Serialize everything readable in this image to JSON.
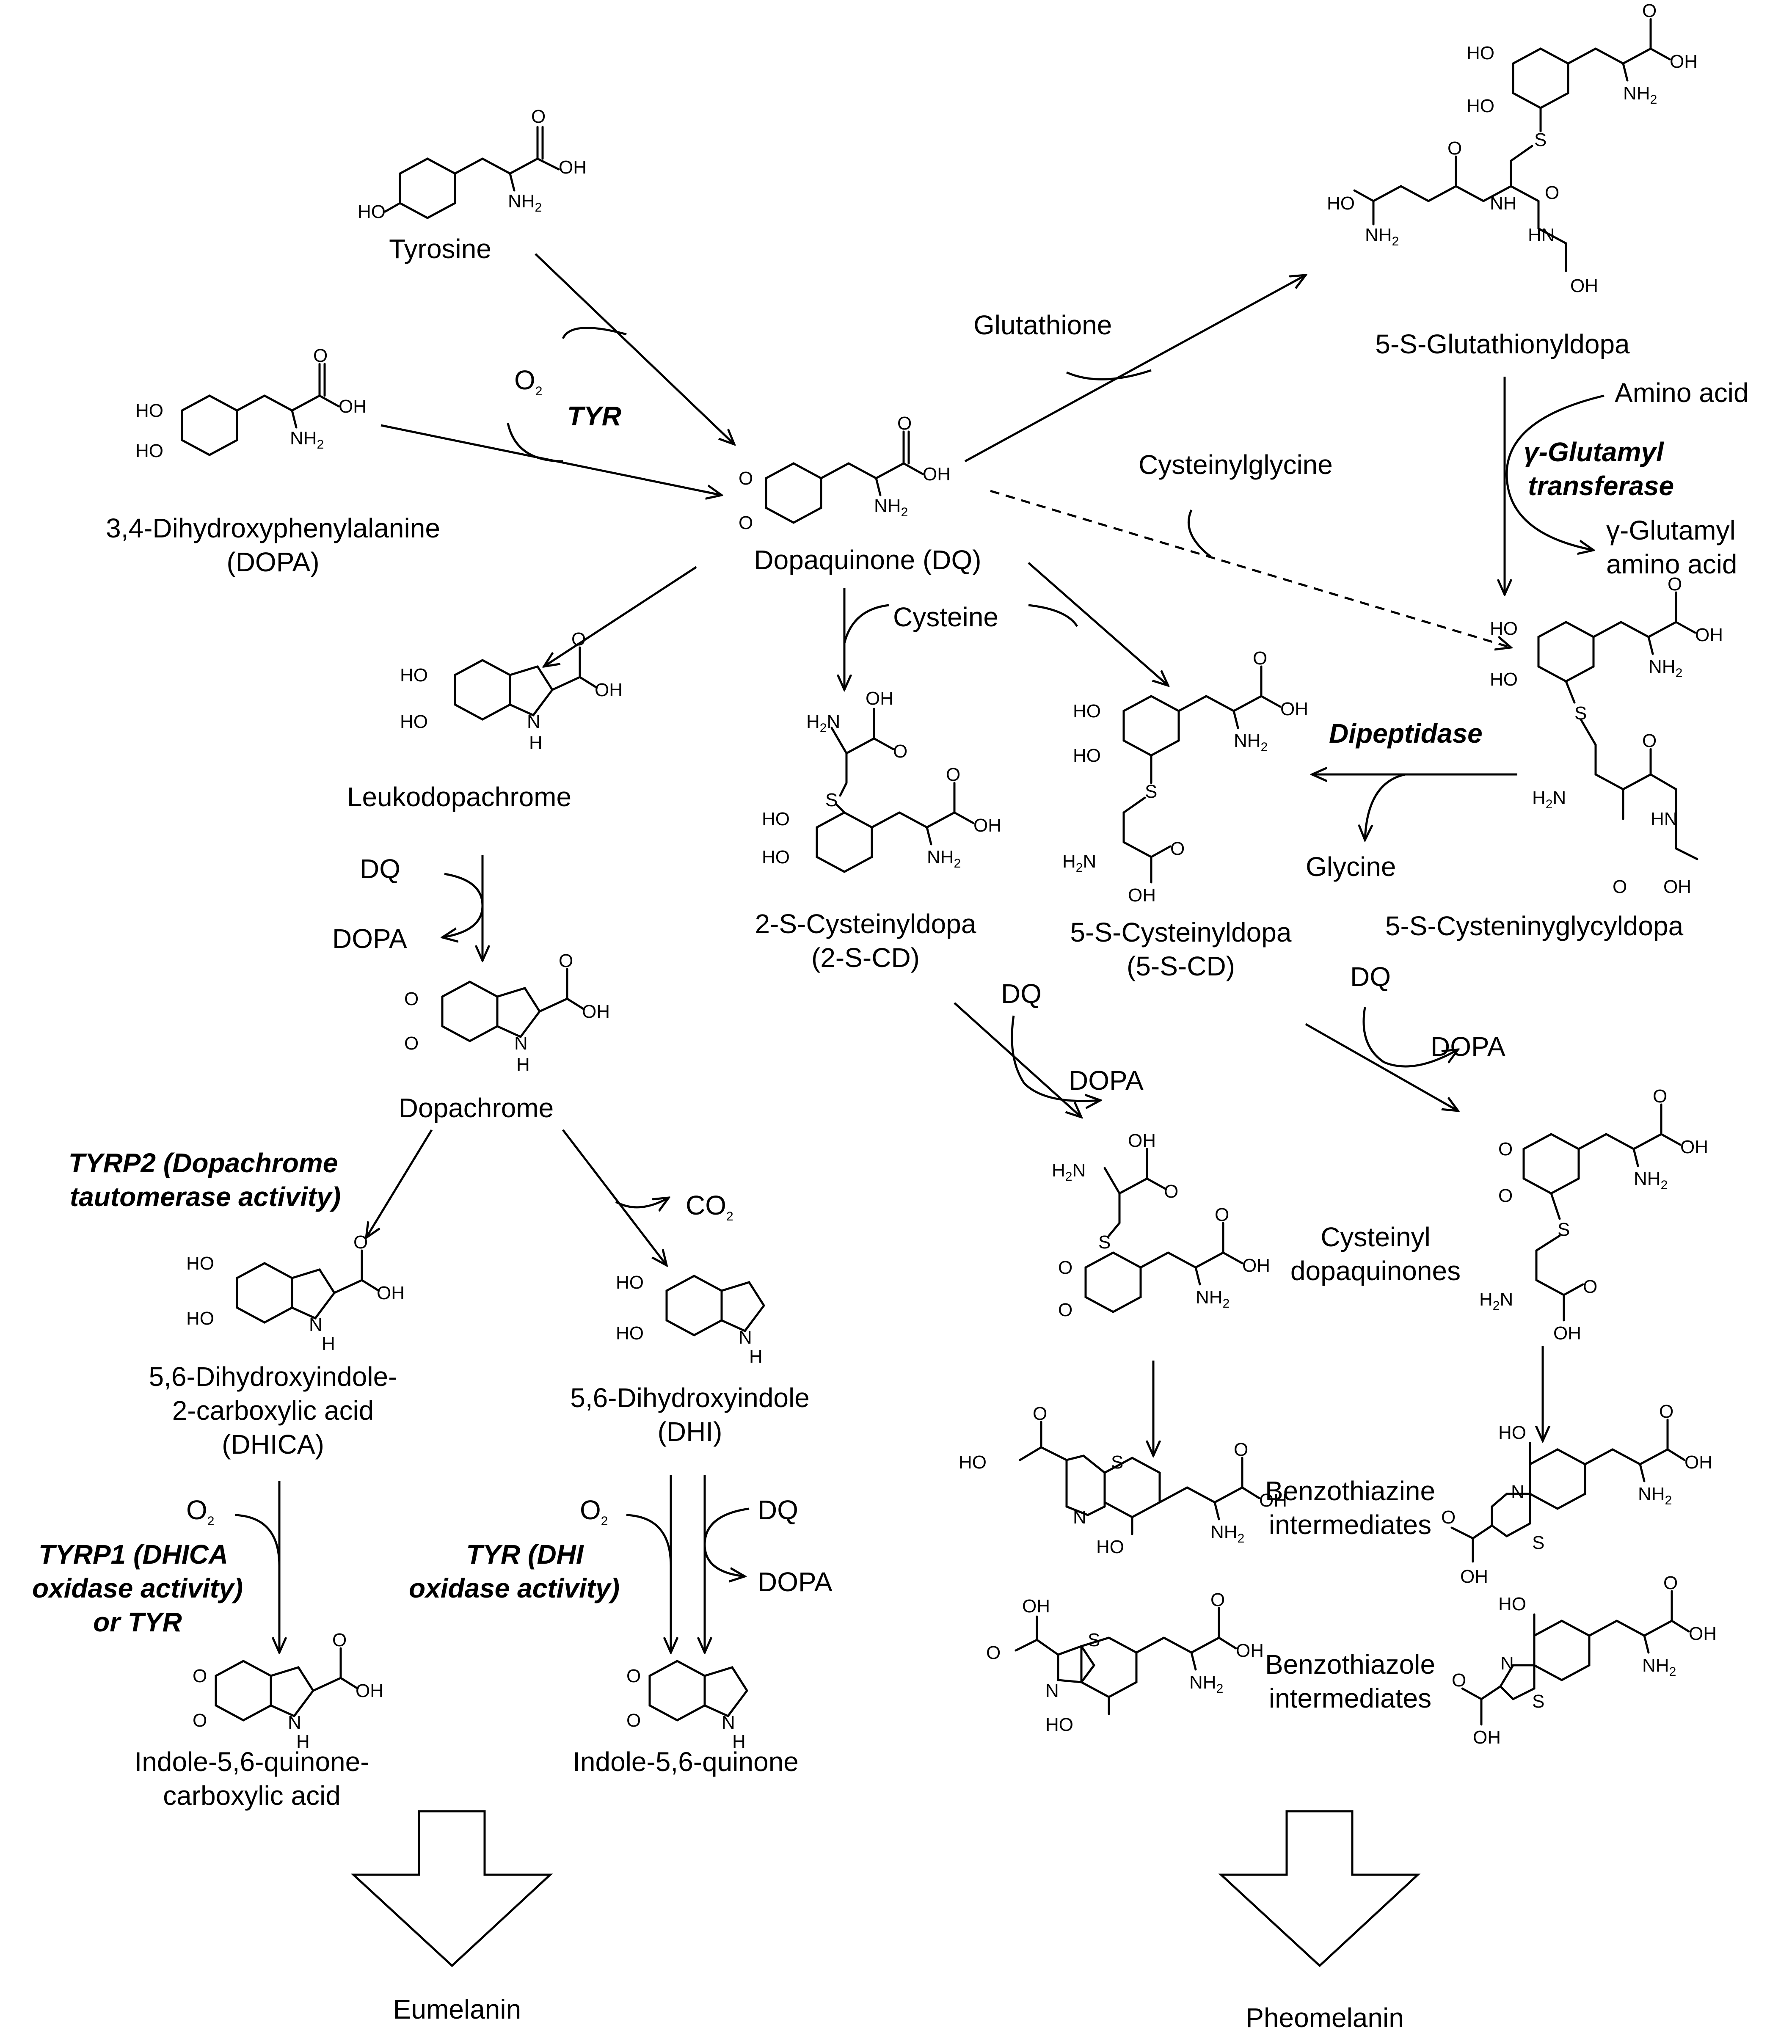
{
  "compounds": {
    "tyrosine": "Tyrosine",
    "dopa_1": "3,4-Dihydroxyphenylalanine",
    "dopa_2": "(DOPA)",
    "dq": "Dopaquinone (DQ)",
    "glutathionyldopa": "5-S-Glutathionyldopa",
    "cgdopa": "5-S-Cysteninyglycyldopa",
    "leuko": "Leukodopachrome",
    "cd2_1": "2-S-Cysteinyldopa",
    "cd2_2": "(2-S-CD)",
    "cd5_1": "5-S-Cysteinyldopa",
    "cd5_2": "(5-S-CD)",
    "dopachrome": "Dopachrome",
    "dhica_1": "5,6-Dihydroxyindole-",
    "dhica_2": "2-carboxylic acid",
    "dhica_3": "(DHICA)",
    "dhi_1": "5,6-Dihydroxyindole",
    "dhi_2": "(DHI)",
    "iqca_1": "Indole-5,6-quinone-",
    "iqca_2": "carboxylic acid",
    "iq": "Indole-5,6-quinone",
    "cysdq_1": "Cysteinyl",
    "cysdq_2": "dopaquinones",
    "btz_1": "Benzothiazine",
    "btz_2": "intermediates",
    "btzol_1": "Benzothiazole",
    "btzol_2": "intermediates",
    "eumelanin": "Eumelanin",
    "pheomelanin": "Pheomelanin"
  },
  "reagents": {
    "o2": "O",
    "o2_sub": "2",
    "co2": "CO",
    "co2_sub": "2",
    "glutathione": "Glutathione",
    "amino_acid": "Amino acid",
    "glutamyl_aa_1": "γ-Glutamyl",
    "glutamyl_aa_2": "amino acid",
    "cysteinylglycine": "Cysteinylglycine",
    "cysteine": "Cysteine",
    "glycine": "Glycine",
    "dq": "DQ",
    "dopa": "DOPA"
  },
  "enzymes": {
    "tyr": "TYR",
    "ggt_1": "γ-Glutamyl",
    "ggt_2": "transferase",
    "dipeptidase": "Dipeptidase",
    "tyrp2_1": "TYRP2 (Dopachrome",
    "tyrp2_2": "tautomerase activity)",
    "tyrp1_1": "TYRP1 (DHICA",
    "tyrp1_2": "oxidase activity)",
    "tyrp1_3": "or TYR",
    "tyr_dhi_1": "TYR (DHI",
    "tyr_dhi_2": "oxidase  activity)"
  },
  "atoms": {
    "o": "O",
    "oh": "OH",
    "ho": "HO",
    "nh2": "NH",
    "h2n": "H",
    "n_sub": "2",
    "n2": "N",
    "nh": "NH",
    "hn": "HN",
    "h": "H",
    "n": "N",
    "s": "S"
  }
}
